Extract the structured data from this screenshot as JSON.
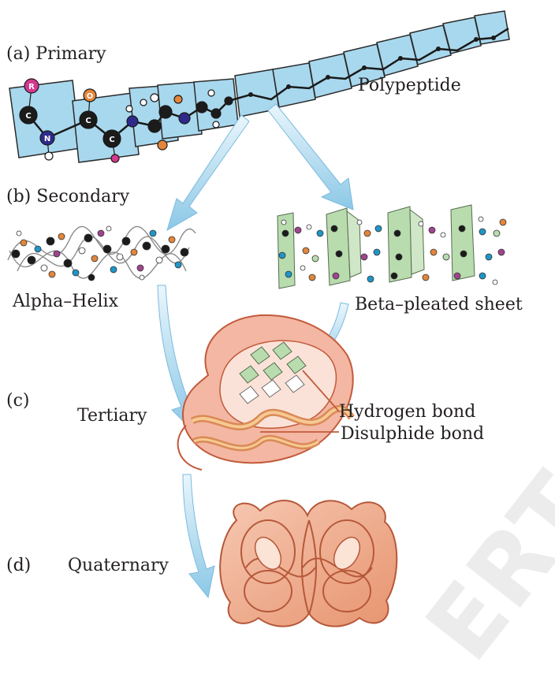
{
  "labels": {
    "a": "(a) Primary",
    "polypeptide": "Polypeptide",
    "b": "(b) Secondary",
    "alpha_helix": "Alpha–Helix",
    "beta_sheet": "Beta–pleated sheet",
    "c": "(c)",
    "tertiary": "Tertiary",
    "hydrogen_bond": "Hydrogen bond",
    "disulphide_bond": "Disulphide bond",
    "d": "(d)",
    "quaternary": "Quaternary"
  },
  "atoms": {
    "R": "R",
    "C": "C",
    "O": "O",
    "N": "N"
  },
  "watermark": "ERT",
  "colors": {
    "peptide_plane": "#a8d8ee",
    "arrow": "#9ccfe8",
    "sheet": "#b9dcaf",
    "tertiary_fill": "#f3b7a3",
    "tertiary_stroke": "#c25a3b",
    "orange_atom": "#e3863a",
    "blue_atom": "#1e96c8",
    "purple_atom": "#a0448f",
    "magenta_atom": "#d6378f"
  }
}
